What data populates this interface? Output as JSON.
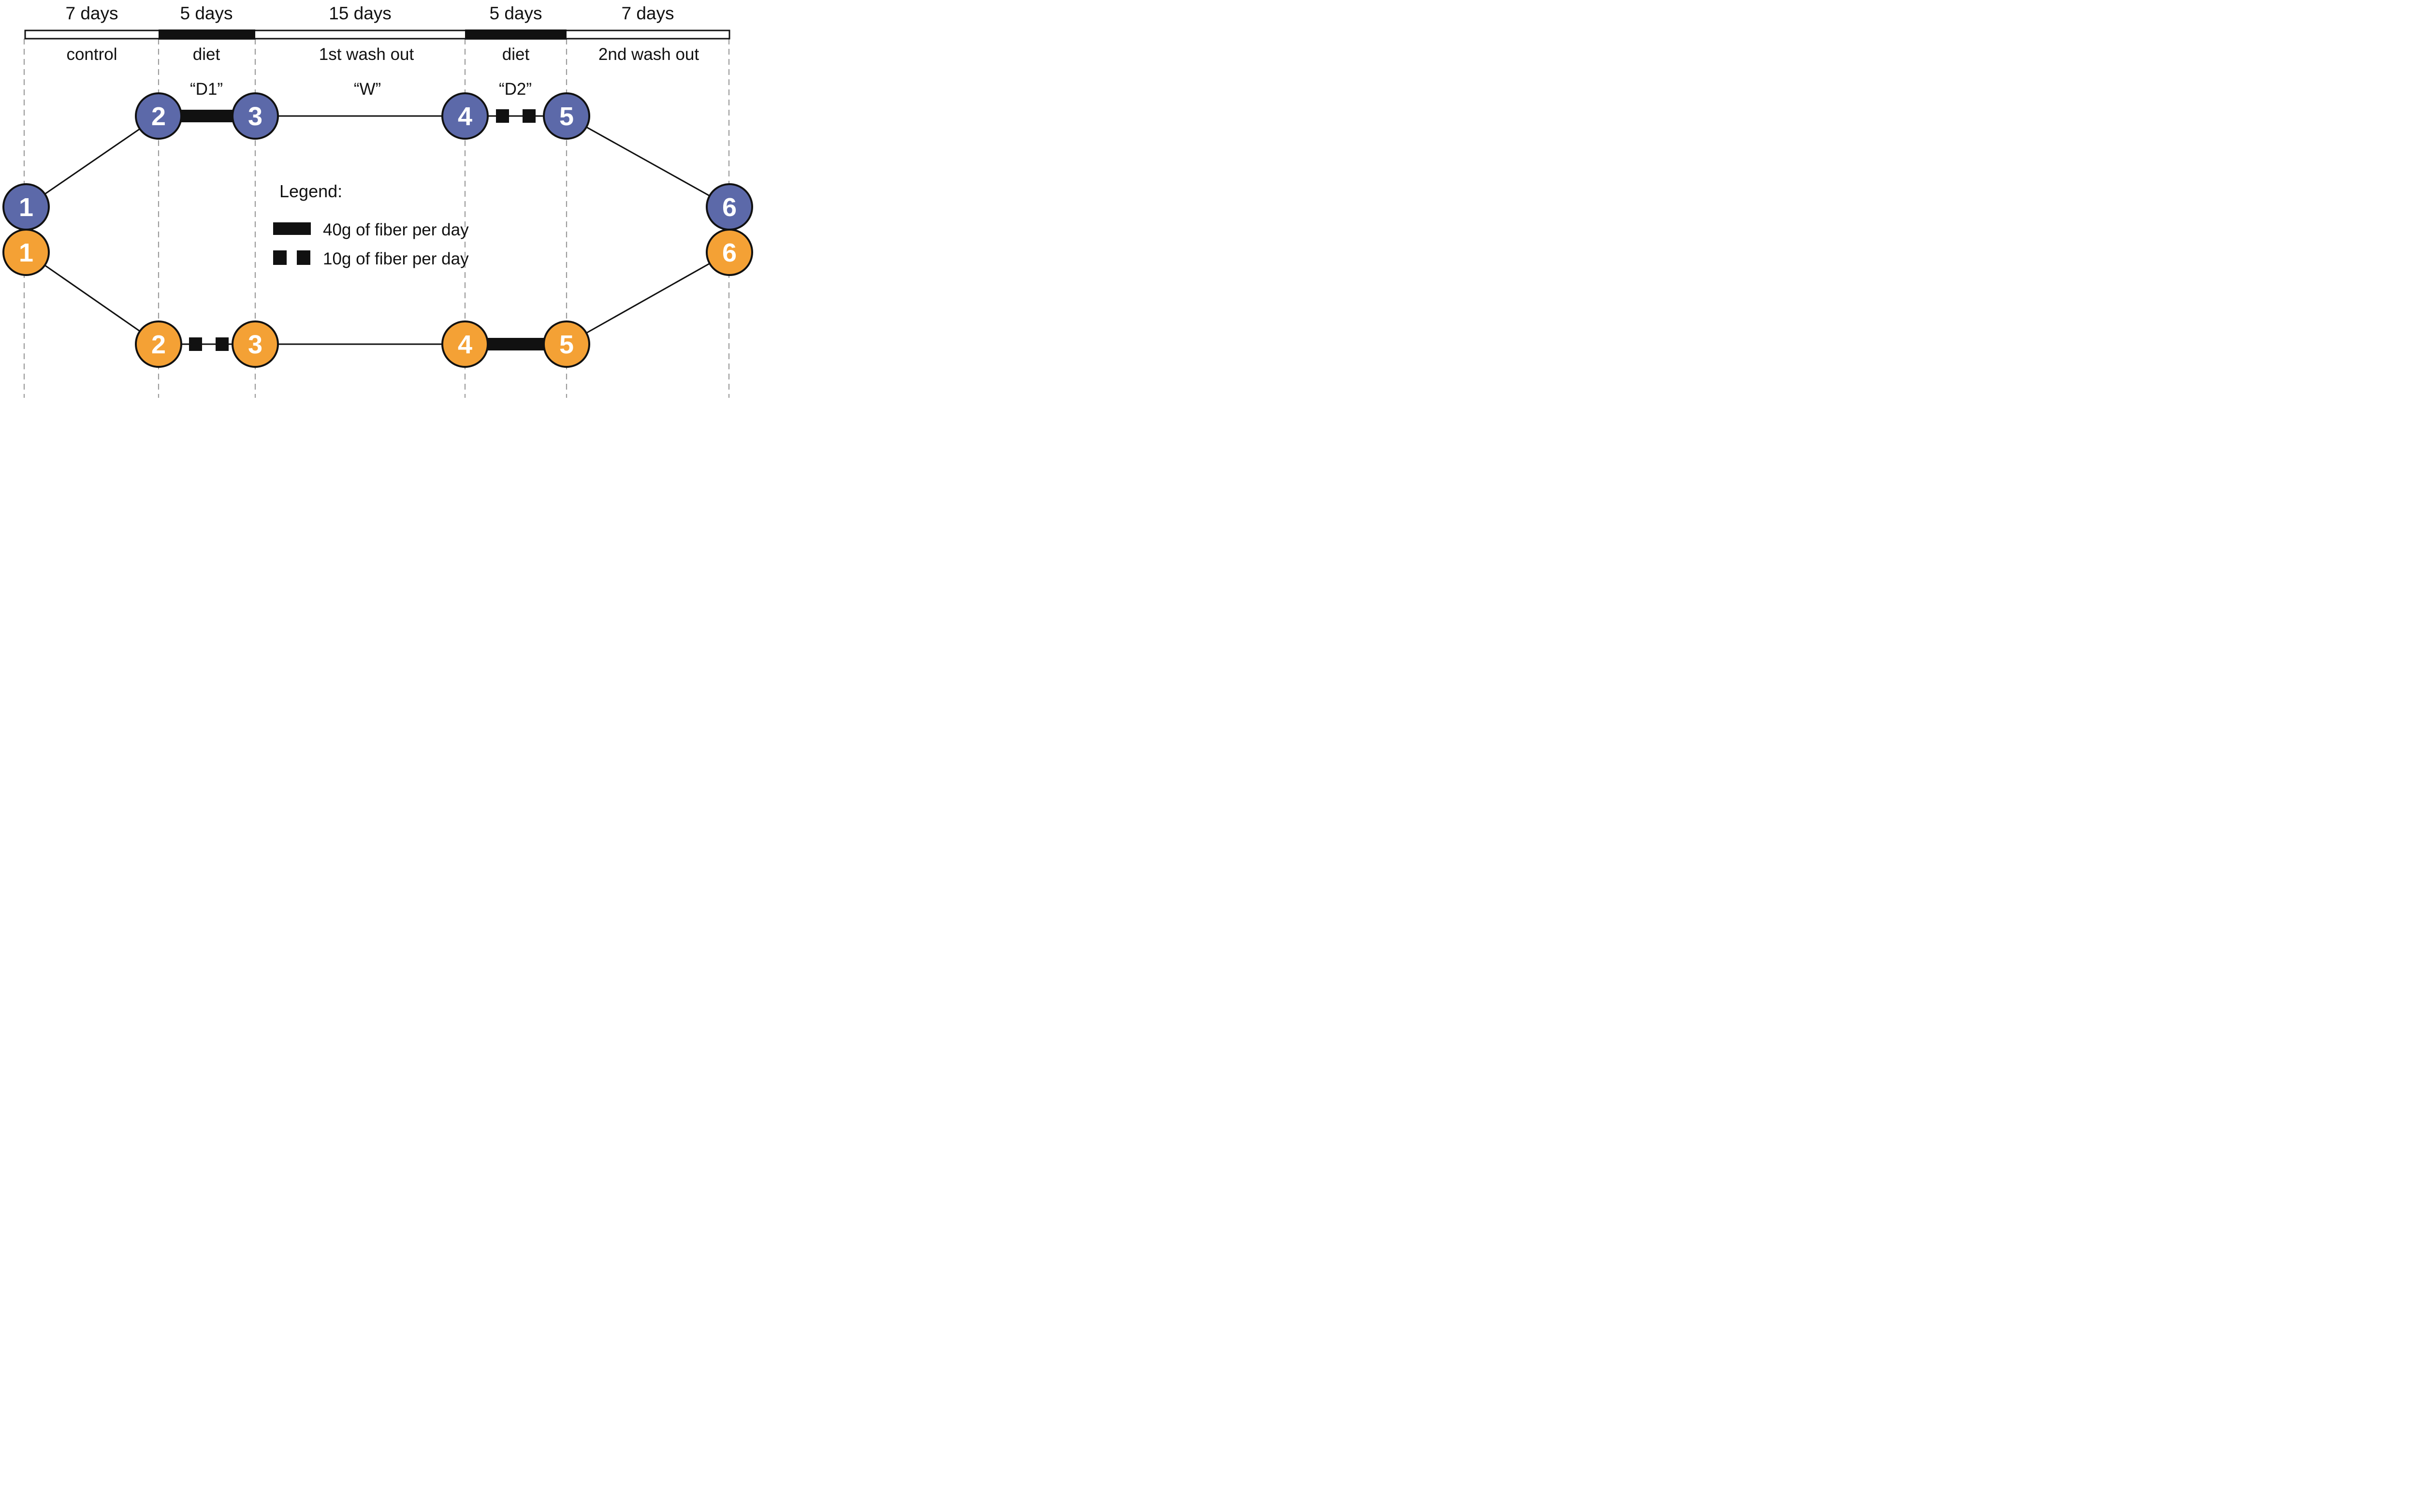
{
  "figure_type": "crossover-study-design-diagram",
  "timeline": {
    "durations": [
      "7 days",
      "5 days",
      "15 days",
      "5 days",
      "7 days"
    ],
    "phases": [
      "control",
      "diet",
      "1st wash out",
      "diet",
      "2nd wash out"
    ],
    "codes": [
      "“D1”",
      "“W”",
      "“D2”"
    ]
  },
  "arms": {
    "blue": {
      "nodes": [
        "1",
        "2",
        "3",
        "4",
        "5",
        "6"
      ]
    },
    "orange": {
      "nodes": [
        "1",
        "2",
        "3",
        "4",
        "5",
        "6"
      ]
    }
  },
  "connectors": {
    "blue_arm_sequence": [
      "plain",
      "40g",
      "plain",
      "10g",
      "plain"
    ],
    "orange_arm_sequence": [
      "plain",
      "10g",
      "plain",
      "40g",
      "plain"
    ]
  },
  "legend": {
    "title": "Legend:",
    "items": [
      {
        "swatch": "solid-bar-swatch",
        "label": "40g of fiber per day"
      },
      {
        "swatch": "dashed-bar-swatch",
        "label": "10g of fiber per day"
      }
    ]
  },
  "colors": {
    "blue": "#5C69A9",
    "orange": "#F4A135",
    "black": "#111111",
    "dash_grey": "#9A9A9A",
    "white": "#FFFFFF"
  }
}
